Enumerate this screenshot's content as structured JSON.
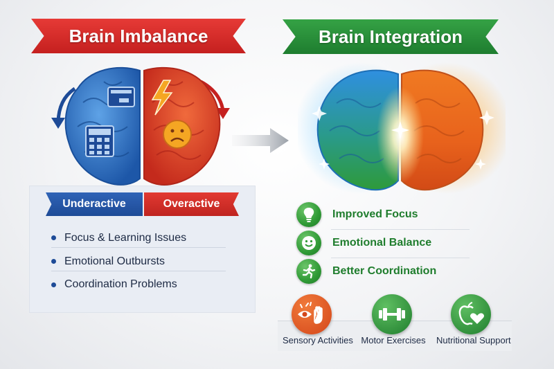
{
  "left": {
    "title": "Brain Imbalance",
    "tags": {
      "under": "Underactive",
      "over": "Overactive"
    },
    "issues": [
      "Focus & Learning Issues",
      "Emotional Outbursts",
      "Coordination Problems"
    ]
  },
  "right": {
    "title": "Brain Integration",
    "benefits": [
      "Improved Focus",
      "Emotional Balance",
      "Better Coordination"
    ],
    "activities": [
      "Sensory Activities",
      "Motor Exercises",
      "Nutritional Support"
    ]
  },
  "colors": {
    "blue": "#1e4b97",
    "red": "#c5201f",
    "green": "#1e7d2f",
    "orange": "#e8621c"
  }
}
